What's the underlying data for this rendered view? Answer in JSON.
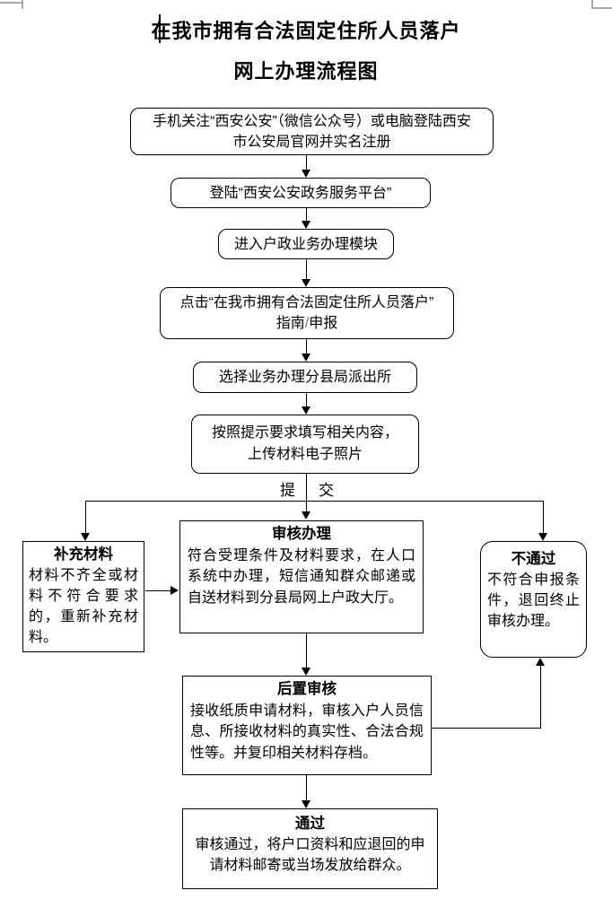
{
  "document": {
    "title_line1": "在我市拥有合法固定住所人员落户",
    "title_line2": "网上办理流程图"
  },
  "steps": {
    "register": {
      "line1": "手机关注“西安公安”（微信公众号）或电脑登陆西安",
      "line2": "市公安局官网并实名注册"
    },
    "login": {
      "label": "登陆“西安公安政务服务平台”"
    },
    "enter_module": {
      "label": "进入户政业务办理模块"
    },
    "click_service": {
      "line1": "点击“在我市拥有合法固定住所人员落户”",
      "guide": "指南",
      "slash": "/",
      "apply": "申报"
    },
    "select_bureau": {
      "label": "选择业务办理分县局派出所"
    },
    "fill_upload": {
      "line1": "按照提示要求填写相关内容，",
      "line2": "上传材料电子照片"
    }
  },
  "submit": {
    "char1": "提",
    "char2": "交"
  },
  "outcomes": {
    "supplement": {
      "title": "补充材料",
      "body": "材料不齐全或材料不符合要求的，重新补充材料。"
    },
    "review": {
      "title": "审核办理",
      "body": "符合受理条件及材料要求，在人口系统中办理，短信通知群众邮递或自送材料到分县局网上户政大厅。"
    },
    "reject": {
      "title": "不通过",
      "body": "不符合申报条件，退回终止审核办理。"
    },
    "post_review": {
      "title": "后置审核",
      "body": "接收纸质申请材料，审核入户人员信息、所接收材料的真实性、合法合规性等。并复印相关材料存档。"
    },
    "pass": {
      "title": "通过",
      "body": "审核通过，将户口资料和应退回的申请材料邮寄或当场发放给群众。"
    }
  },
  "colors": {
    "slash_blue": "#2b7bd4",
    "slash_style": "color:#2b7bd4",
    "line_black": "#000000",
    "crop_mark_gray": "#a9a9a9"
  }
}
